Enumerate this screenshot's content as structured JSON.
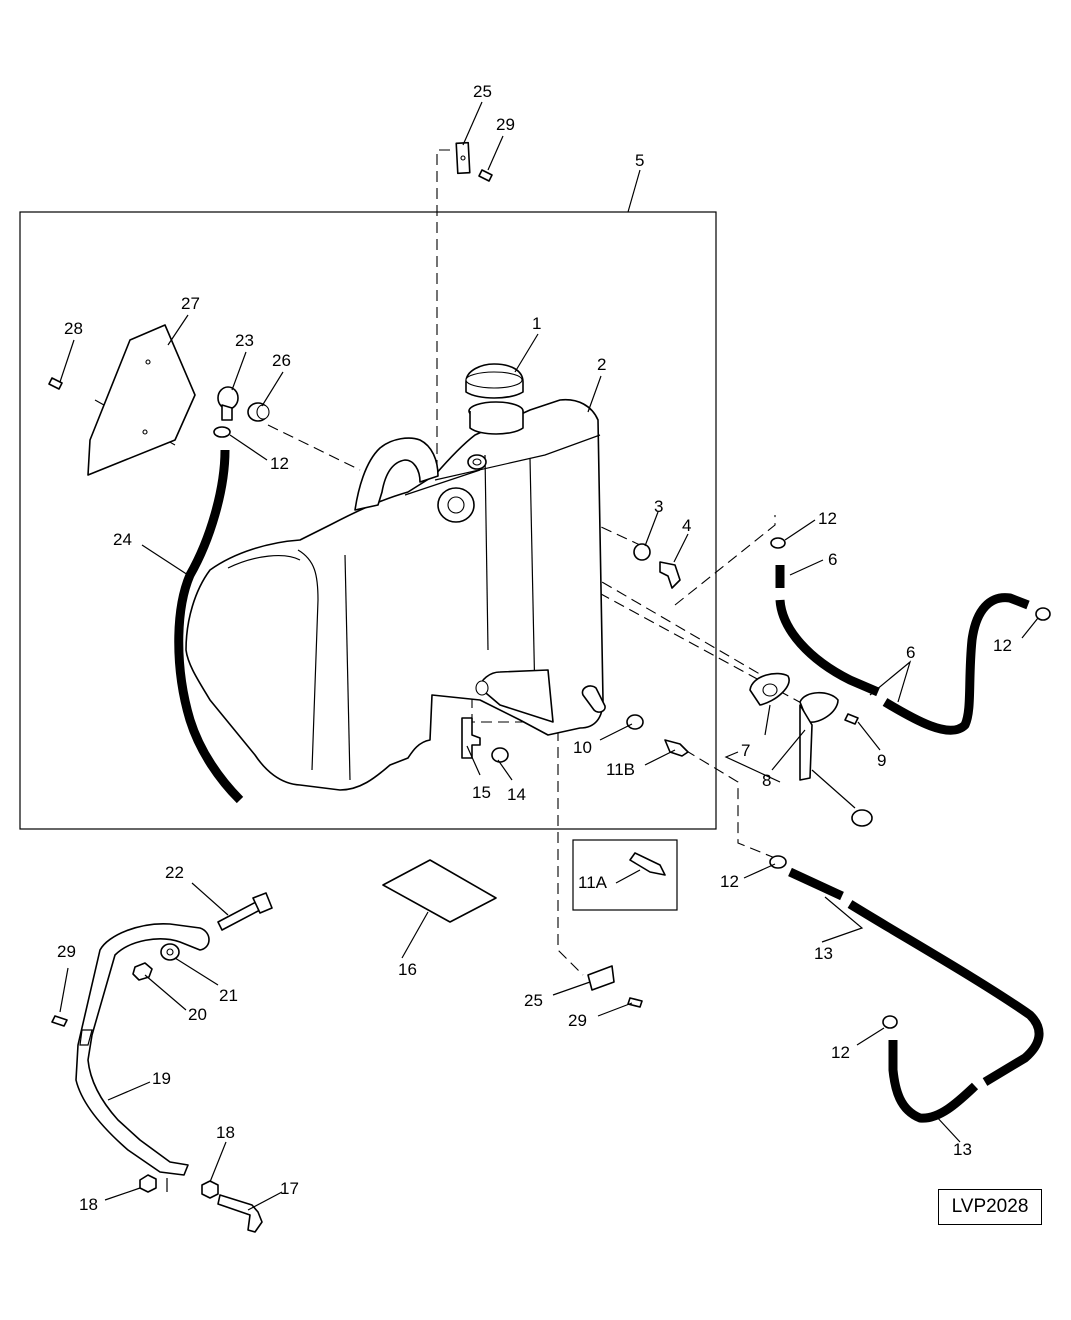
{
  "diagram": {
    "reference_code": "LVP2028",
    "callouts": [
      {
        "id": "25-top",
        "text": "25"
      },
      {
        "id": "29-top",
        "text": "29"
      },
      {
        "id": "5",
        "text": "5"
      },
      {
        "id": "27",
        "text": "27"
      },
      {
        "id": "28",
        "text": "28"
      },
      {
        "id": "23",
        "text": "23"
      },
      {
        "id": "26",
        "text": "26"
      },
      {
        "id": "1",
        "text": "1"
      },
      {
        "id": "2",
        "text": "2"
      },
      {
        "id": "12-a",
        "text": "12"
      },
      {
        "id": "24",
        "text": "24"
      },
      {
        "id": "3",
        "text": "3"
      },
      {
        "id": "4",
        "text": "4"
      },
      {
        "id": "12-b",
        "text": "12"
      },
      {
        "id": "6-a",
        "text": "6"
      },
      {
        "id": "12-c",
        "text": "12"
      },
      {
        "id": "6-b",
        "text": "6"
      },
      {
        "id": "10",
        "text": "10"
      },
      {
        "id": "7",
        "text": "7"
      },
      {
        "id": "9",
        "text": "9"
      },
      {
        "id": "11B",
        "text": "11B"
      },
      {
        "id": "15",
        "text": "15"
      },
      {
        "id": "14",
        "text": "14"
      },
      {
        "id": "8",
        "text": "8"
      },
      {
        "id": "11A",
        "text": "11A"
      },
      {
        "id": "12-d",
        "text": "12"
      },
      {
        "id": "22",
        "text": "22"
      },
      {
        "id": "13-a",
        "text": "13"
      },
      {
        "id": "29-a",
        "text": "29"
      },
      {
        "id": "21",
        "text": "21"
      },
      {
        "id": "16",
        "text": "16"
      },
      {
        "id": "20",
        "text": "20"
      },
      {
        "id": "25-b",
        "text": "25"
      },
      {
        "id": "29-b",
        "text": "29"
      },
      {
        "id": "12-e",
        "text": "12"
      },
      {
        "id": "19",
        "text": "19"
      },
      {
        "id": "13-b",
        "text": "13"
      },
      {
        "id": "18-a",
        "text": "18"
      },
      {
        "id": "17",
        "text": "17"
      },
      {
        "id": "18-b",
        "text": "18"
      }
    ]
  }
}
